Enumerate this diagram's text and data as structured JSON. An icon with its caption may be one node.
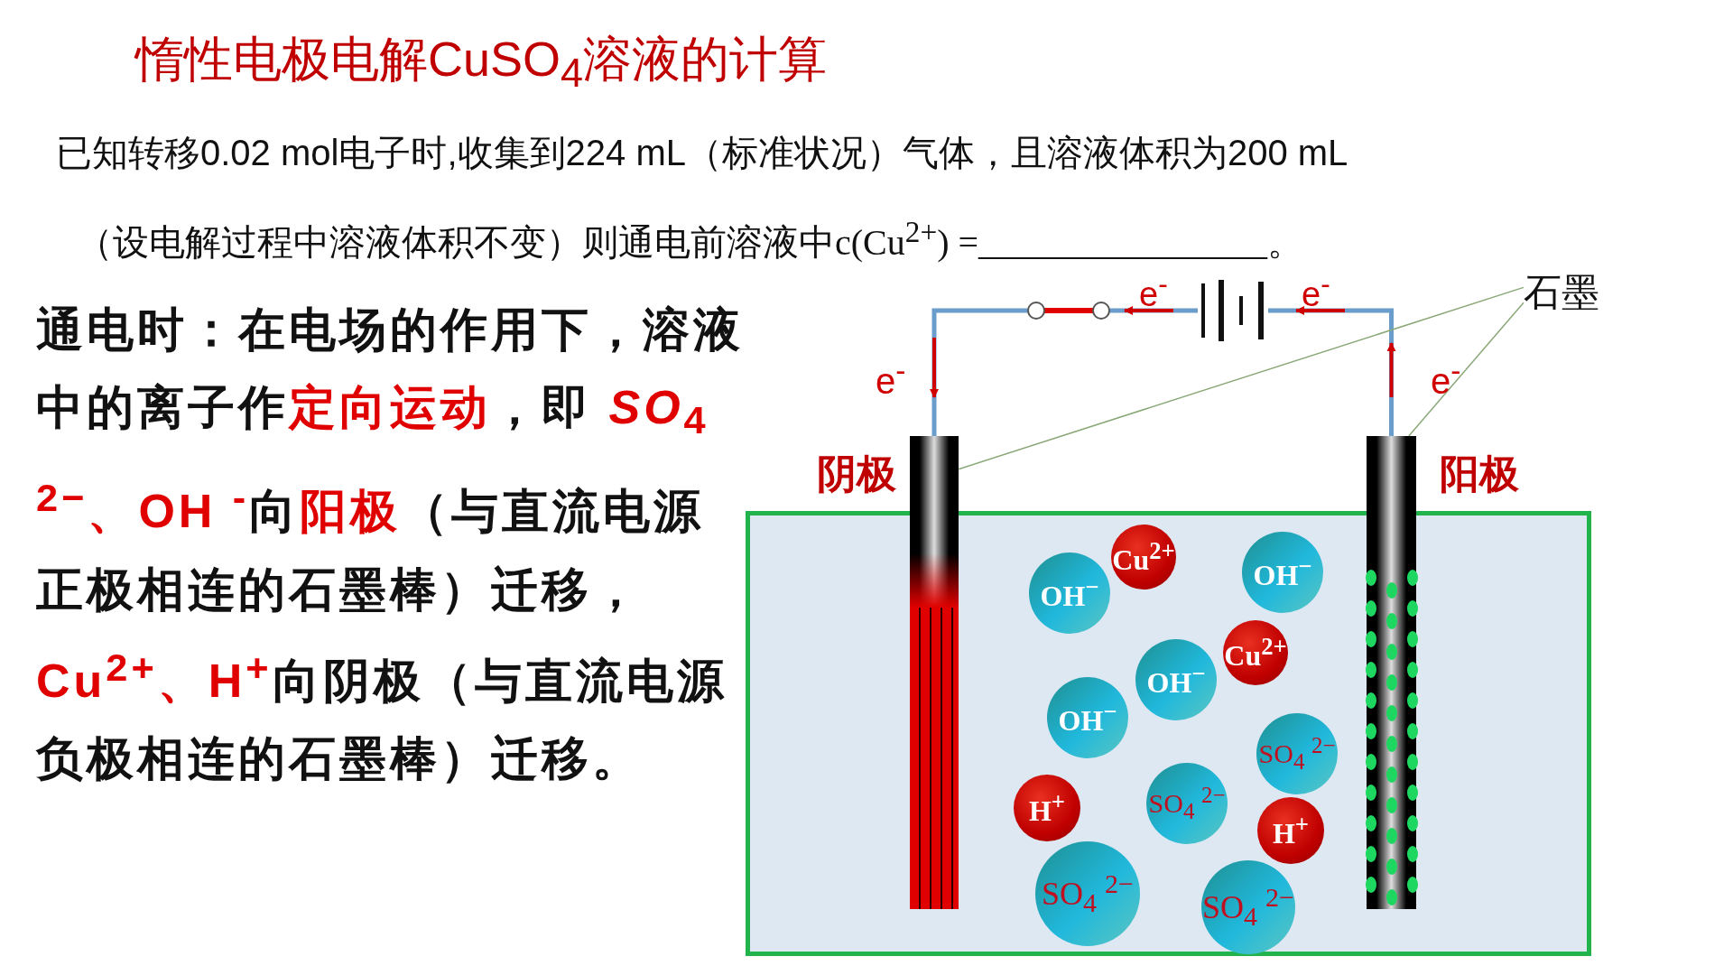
{
  "diagram": {
    "title": "惰性电极电解CuSO$_{4}$溶液的计算",
    "nodes": [
      {
        "text": [],
        "shape": "battery"
      },
      {
        "text": [
          "石墨"
        ]
      },
      {
        "text": [],
        "shape": "bar",
        "beside": [
          "阴极"
        ]
      },
      {
        "text": [],
        "shape": "bar",
        "beside": [
          "阳极"
        ]
      },
      {
        "text": [],
        "shape": "box"
      },
      {
        "text": [
          "OH$^{−}$"
        ],
        "in": 4
      },
      {
        "text": [
          "Cu$^{2+}$"
        ],
        "in": 4
      },
      {
        "text": [
          "OH$^{−}$"
        ],
        "in": 4
      },
      {
        "text": [
          "OH$^{−}$"
        ],
        "in": 4
      },
      {
        "text": [
          "Cu$^{2+}$"
        ],
        "in": 4
      },
      {
        "text": [
          "OH$^{−}$"
        ],
        "in": 4
      },
      {
        "text": [
          "SO$_{4}$ $^{2−}$"
        ],
        "in": 4
      },
      {
        "text": [
          "SO$_{4}$ $^{2−}$"
        ],
        "in": 4
      },
      {
        "text": [
          "H$^{+}$"
        ],
        "in": 4
      },
      {
        "text": [
          "H$^{+}$"
        ],
        "in": 4
      },
      {
        "text": [
          "SO$_{4}$ $^{2−}$"
        ],
        "in": 4
      },
      {
        "text": [
          "SO$_{4}$ $^{2−}$"
        ],
        "in": 4
      }
    ],
    "edges": [
      {
        "from": 0,
        "to": 2,
        "arrow": "none",
        "style": "thick"
      },
      {
        "from": 3,
        "to": 0,
        "arrow": "none",
        "style": "thick"
      },
      {
        "from": 1,
        "to": 2,
        "arrow": "none",
        "color": "#8aa878"
      },
      {
        "from": 1,
        "to": 3,
        "arrow": "none",
        "color": "#8aa878"
      }
    ],
    "labels": [
      "已知转移0.02 mol电子时,收集到224 mL（标准状况）气体，且溶液体积为200  mL",
      "（设电解过程中溶液体积不变）则通电前溶液中c(Cu$^{2+}$) =________________。",
      "e$^{-}$",
      "e$^{-}$",
      "通电时：在电场的作用下，溶液中的离子作**定向运动**，即 *SO*$_{4}$ $^{2−}$**、OH** $^{-}$向**阳极**（与直流电源正极相连的石墨棒）迁移，**Cu**$^{2+}$**、H**$^{+}$向阴极（与直流电源负极相连的石墨棒）迁移。",
      "e$^{-}$",
      "e$^{-}$"
    ]
  }
}
